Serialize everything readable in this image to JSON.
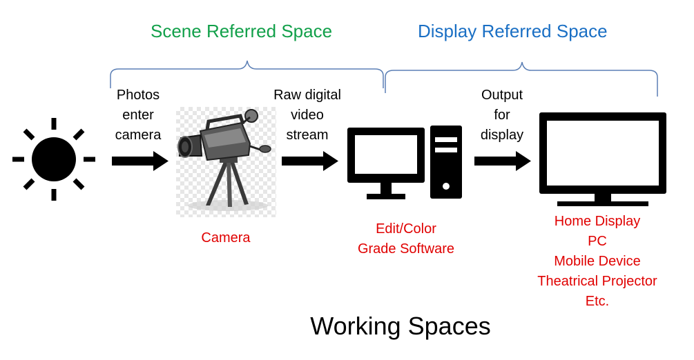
{
  "regions": {
    "scene": "Scene Referred Space",
    "display": "Display Referred Space"
  },
  "steps": {
    "photos": [
      "Photos",
      "enter",
      "camera"
    ],
    "raw": [
      "Raw digital",
      "video",
      "stream"
    ],
    "output": [
      "Output",
      "for",
      "display"
    ]
  },
  "labels": {
    "camera": "Camera",
    "software": [
      "Edit/Color",
      "Grade Software"
    ],
    "display": [
      "Home Display",
      "PC",
      "Mobile Device",
      "Theatrical Projector",
      "Etc."
    ]
  },
  "title": "Working Spaces",
  "colors": {
    "scene": "#12a04a",
    "display": "#1a6fc4",
    "device_labels": "#e00000",
    "brace": "#5b7fb5"
  },
  "icons": [
    "sun-icon",
    "video-camera-icon",
    "desktop-computer-icon",
    "monitor-icon"
  ]
}
